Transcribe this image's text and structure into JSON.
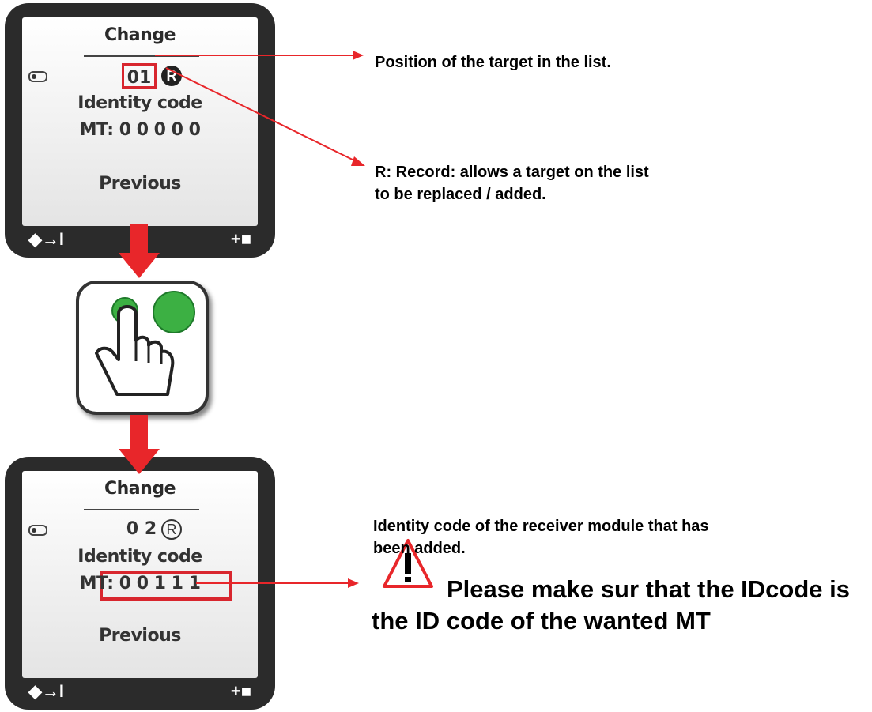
{
  "screen1": {
    "title": "Change",
    "number": "01",
    "record_badge": "R",
    "label": "Identity code",
    "mt_value": "MT: 0 0 0 0 0",
    "menu": "Previous",
    "soft_left": "◆→I",
    "soft_right": "+■"
  },
  "screen2": {
    "title": "Change",
    "number": "0 2",
    "record_badge": "R",
    "label": "Identity code",
    "mt_value": "MT: 0 0 1 1 1",
    "menu": "Previous",
    "soft_left": "◆→I",
    "soft_right": "+■"
  },
  "callouts": {
    "position": "Position of the target in the list.",
    "record_line1": "R: Record: allows a target on the list",
    "record_line2": "to be replaced / added.",
    "identity_line1": "Identity code of the receiver module that has",
    "identity_line2": "been added."
  },
  "warning": {
    "line1": "Please make sur that the IDcode is",
    "line2": "the ID code of the wanted MT",
    "icon": "warning-triangle-icon"
  },
  "colors": {
    "accent_red": "#e8262a",
    "button_green": "#3cb043"
  }
}
